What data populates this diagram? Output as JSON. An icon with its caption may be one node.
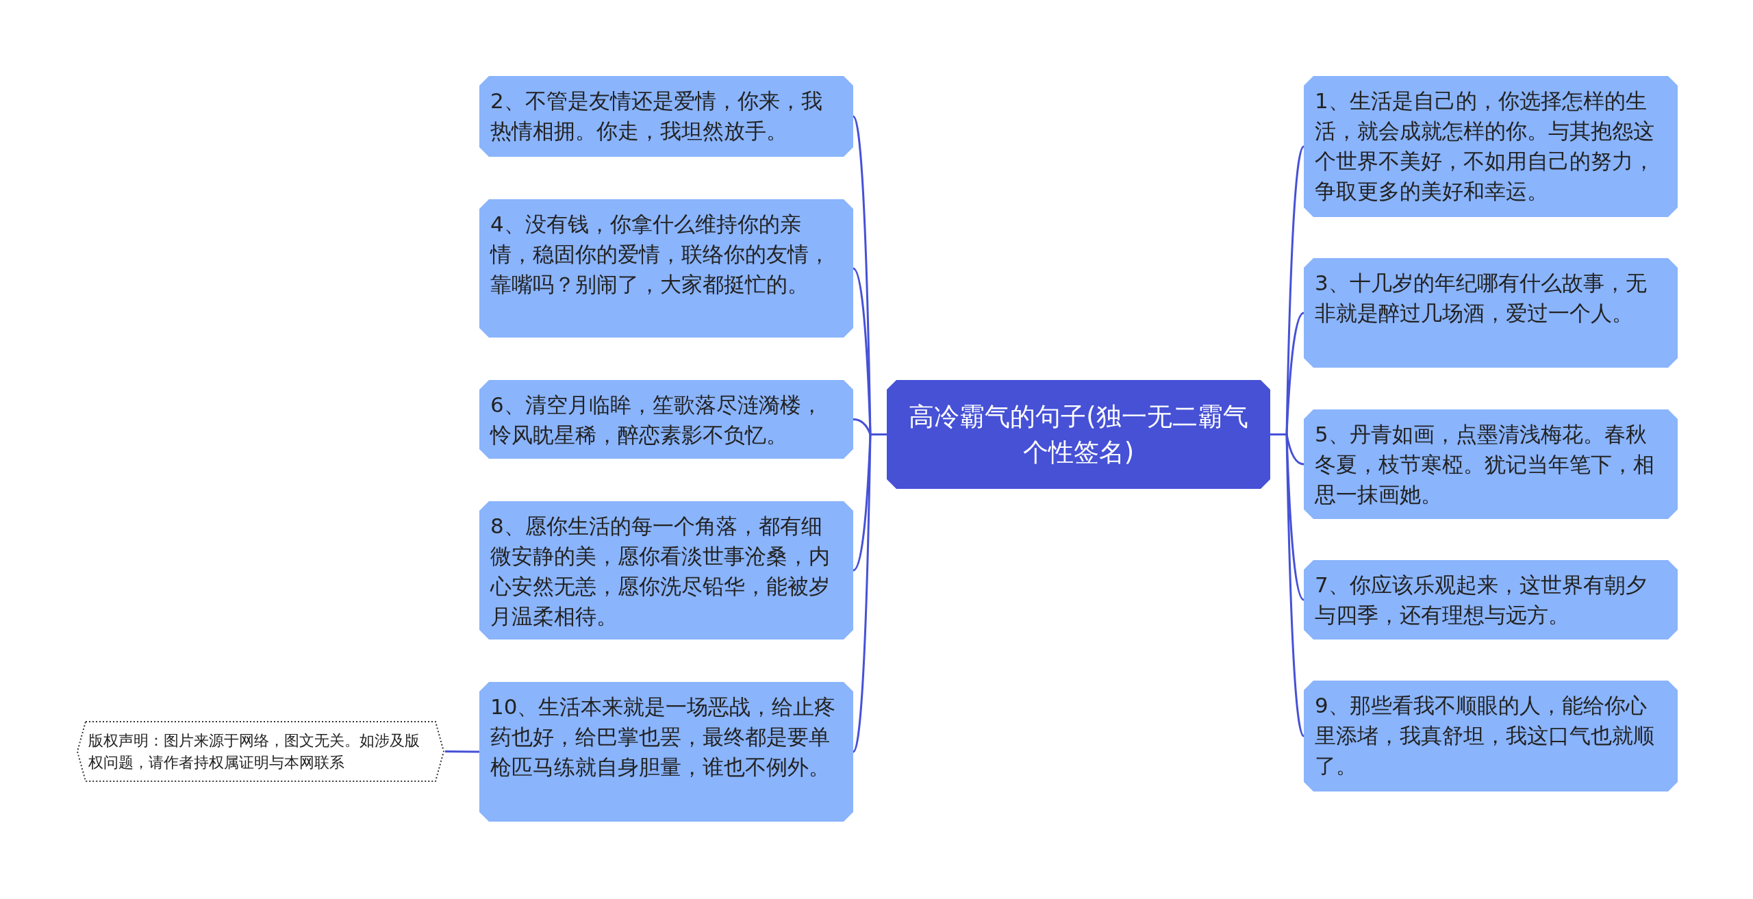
{
  "diagram": {
    "nodes": [
      {
        "text": [
          "高冷霸气的句子(独一无二霸气个性签名)"
        ]
      },
      {
        "text": [
          "1、生活是自己的，你选择怎样的生活，就会成就怎样的你。与其抱怨这个世界不美好，不如用自己的努力，争取更多的美好和幸运。"
        ]
      },
      {
        "text": [
          "2、不管是友情还是爱情，你来，我热情相拥。你走，我坦然放手。"
        ]
      },
      {
        "text": [
          "3、十几岁的年纪哪有什么故事，无非就是醉过几场酒，爱过一个人。"
        ]
      },
      {
        "text": [
          "4、没有钱，你拿什么维持你的亲情，稳固你的爱情，联络你的友情，靠嘴吗？别闹了，大家都挺忙的。"
        ]
      },
      {
        "text": [
          "5、丹青如画，点墨清浅梅花。春秋冬夏，枝节寒椏。犹记当年笔下，相思一抹画她。"
        ]
      },
      {
        "text": [
          "6、清空月临眸，笙歌落尽涟漪楼，怜风眈星稀，醉恋素影不负忆。"
        ]
      },
      {
        "text": [
          "7、你应该乐观起来，这世界有朝夕与四季，还有理想与远方。"
        ]
      },
      {
        "text": [
          "8、愿你生活的每一个角落，都有细微安静的美，愿你看淡世事沧桑，内心安然无恙，愿你洗尽铅华，能被岁月温柔相待。"
        ]
      },
      {
        "text": [
          "9、那些看我不顺眼的人，能给你心里添堵，我真舒坦，我这口气也就顺了。"
        ]
      },
      {
        "text": [
          "10、生活本来就是一场恶战，给止疼药也好，给巴掌也罢，最终都是要单枪匹马练就自身胆量，谁也不例外。"
        ]
      },
      {
        "text": [
          "版权声明：图片来源于网络，图文无关。如涉及版权问题，请作者持权属证明与本网联系"
        ]
      }
    ],
    "edges": [
      {
        "from": 0,
        "to": 1,
        "arrow": "none"
      },
      {
        "from": 0,
        "to": 2,
        "arrow": "none"
      },
      {
        "from": 0,
        "to": 3,
        "arrow": "none"
      },
      {
        "from": 0,
        "to": 4,
        "arrow": "none"
      },
      {
        "from": 0,
        "to": 5,
        "arrow": "none"
      },
      {
        "from": 0,
        "to": 6,
        "arrow": "none"
      },
      {
        "from": 0,
        "to": 7,
        "arrow": "none"
      },
      {
        "from": 0,
        "to": 8,
        "arrow": "none"
      },
      {
        "from": 0,
        "to": 9,
        "arrow": "none"
      },
      {
        "from": 0,
        "to": 10,
        "arrow": "none"
      },
      {
        "from": 10,
        "to": 11,
        "arrow": "none"
      }
    ]
  }
}
